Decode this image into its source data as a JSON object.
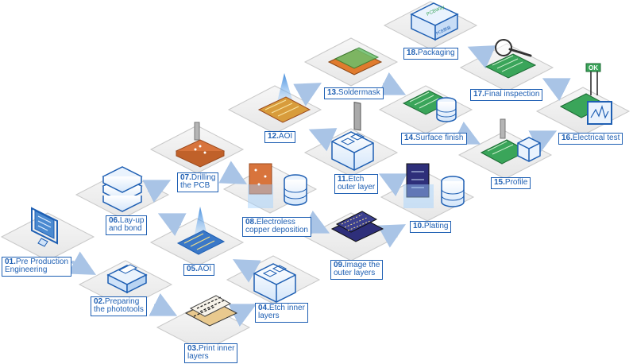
{
  "steps": [
    {
      "num": "01.",
      "text": "Pre Production",
      "text2": "Engineering"
    },
    {
      "num": "02.",
      "text": "Preparing",
      "text2": "the phototools"
    },
    {
      "num": "03.",
      "text": "Print inner",
      "text2": "layers"
    },
    {
      "num": "04.",
      "text": "Etch inner",
      "text2": "layers"
    },
    {
      "num": "05.",
      "text": "AOI",
      "text2": ""
    },
    {
      "num": "06.",
      "text": "Lay-up",
      "text2": "and bond"
    },
    {
      "num": "07.",
      "text": "Drilling",
      "text2": "the PCB"
    },
    {
      "num": "08.",
      "text": "Electroless",
      "text2": "copper deposition"
    },
    {
      "num": "09.",
      "text": "Image the",
      "text2": "outer layers"
    },
    {
      "num": "10.",
      "text": "Plating",
      "text2": ""
    },
    {
      "num": "11.",
      "text": "Etch",
      "text2": "outer layer"
    },
    {
      "num": "12.",
      "text": "AOI",
      "text2": ""
    },
    {
      "num": "13.",
      "text": "Soldermask",
      "text2": ""
    },
    {
      "num": "14.",
      "text": "Surface finish",
      "text2": ""
    },
    {
      "num": "15.",
      "text": "Profile",
      "text2": ""
    },
    {
      "num": "16.",
      "text": "Electrical test",
      "text2": ""
    },
    {
      "num": "17.",
      "text": "Final inspection",
      "text2": ""
    },
    {
      "num": "18.",
      "text": "Packaging",
      "text2": ""
    }
  ],
  "icons": {
    "box_brand": "PCBWay",
    "box_sub": "PCB原装",
    "ok_badge": "OK"
  },
  "colors": {
    "accent": "#1e5fb3",
    "tile": "#f2f2f2",
    "arrow": "#a9c4e6",
    "board_green": "#3aa55a",
    "board_copper": "#d8743c",
    "board_purple": "#3b3f8f"
  }
}
